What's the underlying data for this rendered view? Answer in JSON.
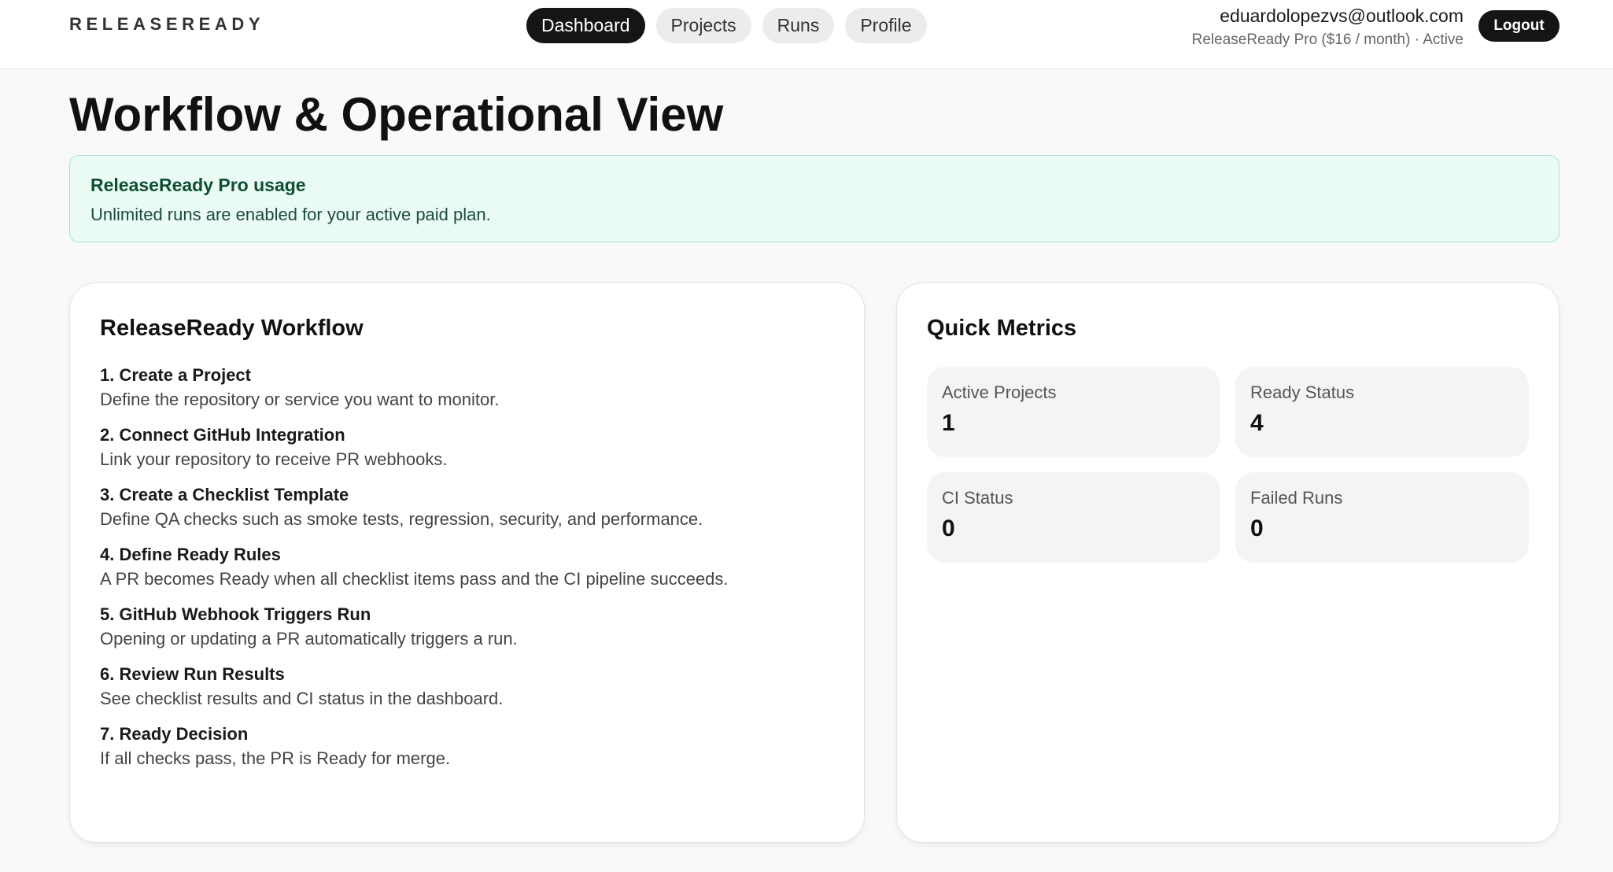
{
  "header": {
    "brand": "RELEASEREADY",
    "nav": [
      {
        "label": "Dashboard",
        "active": true
      },
      {
        "label": "Projects",
        "active": false
      },
      {
        "label": "Runs",
        "active": false
      },
      {
        "label": "Profile",
        "active": false
      }
    ],
    "account": {
      "email": "eduardolopezvs@outlook.com",
      "plan": "ReleaseReady Pro ($16 / month) · Active"
    },
    "logout_label": "Logout"
  },
  "page": {
    "title": "Workflow & Operational View"
  },
  "banner": {
    "title": "ReleaseReady Pro usage",
    "text": "Unlimited runs are enabled for your active paid plan."
  },
  "workflow": {
    "title": "ReleaseReady Workflow",
    "steps": [
      {
        "title": "1. Create a Project",
        "desc": "Define the repository or service you want to monitor."
      },
      {
        "title": "2. Connect GitHub Integration",
        "desc": "Link your repository to receive PR webhooks."
      },
      {
        "title": "3. Create a Checklist Template",
        "desc": "Define QA checks such as smoke tests, regression, security, and performance."
      },
      {
        "title": "4. Define Ready Rules",
        "desc": "A PR becomes Ready when all checklist items pass and the CI pipeline succeeds."
      },
      {
        "title": "5. GitHub Webhook Triggers Run",
        "desc": "Opening or updating a PR automatically triggers a run."
      },
      {
        "title": "6. Review Run Results",
        "desc": "See checklist results and CI status in the dashboard."
      },
      {
        "title": "7. Ready Decision",
        "desc": "If all checks pass, the PR is Ready for merge."
      }
    ]
  },
  "metrics": {
    "title": "Quick Metrics",
    "items": [
      {
        "label": "Active Projects",
        "value": "1"
      },
      {
        "label": "Ready Status",
        "value": "4"
      },
      {
        "label": "CI Status",
        "value": "0"
      },
      {
        "label": "Failed Runs",
        "value": "0"
      }
    ]
  },
  "colors": {
    "accent_dark": "#151515",
    "banner_bg": "#e9fbf3",
    "banner_border": "#a8e6c9",
    "banner_title": "#0f4d35"
  }
}
